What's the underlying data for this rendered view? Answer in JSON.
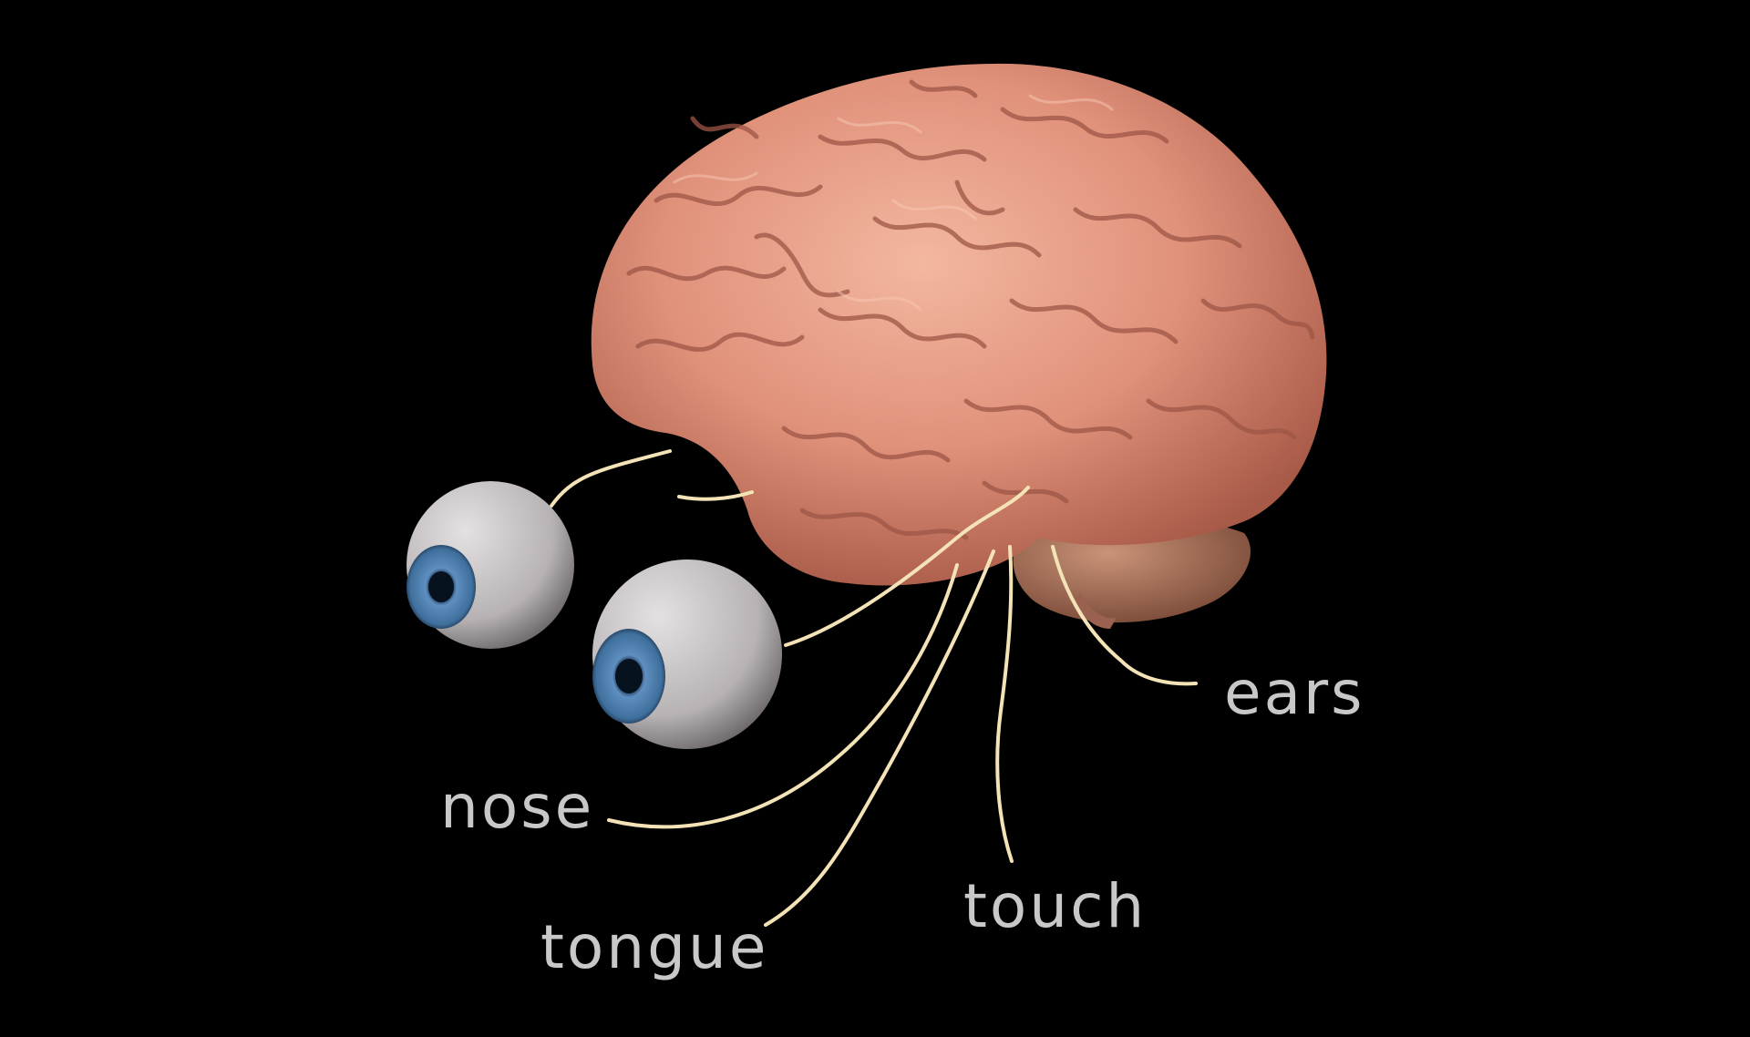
{
  "labels": {
    "ears": "ears",
    "nose": "nose",
    "touch": "touch",
    "tongue": "tongue"
  },
  "colors": {
    "background": "#000000",
    "nerve": "#f5e3b8",
    "label": "#c8c8c8",
    "brain": "#e39a80",
    "iris": "#3f6f9c"
  },
  "icons": [
    "brain",
    "eyeball",
    "eyeball",
    "nerve-line"
  ]
}
